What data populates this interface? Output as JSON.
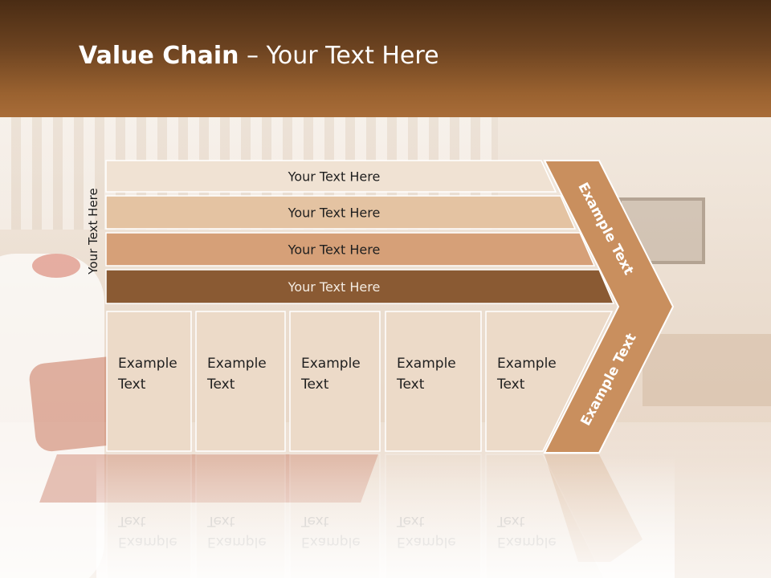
{
  "slide": {
    "title_bold": "Value Chain",
    "title_rest": " – Your Text Here",
    "vertical_text": "Your Text Here"
  },
  "bars": [
    {
      "label": "Your Text Here",
      "color": "#f0e2d3"
    },
    {
      "label": "Your Text Here",
      "color": "#e4c3a2"
    },
    {
      "label": "Your Text Here",
      "color": "#d6a078"
    },
    {
      "label": "Your Text Here",
      "color": "#8a5a33"
    }
  ],
  "boxes": [
    {
      "line1": "Example",
      "line2": "Text"
    },
    {
      "line1": "Example",
      "line2": "Text"
    },
    {
      "line1": "Example",
      "line2": "Text"
    },
    {
      "line1": "Example",
      "line2": "Text"
    },
    {
      "line1": "Example",
      "line2": "Text"
    }
  ],
  "box_color": "#ecdac8",
  "chevron": {
    "upper_label": "Example Text",
    "lower_label": "Example Text",
    "color": "#c98f5e"
  }
}
